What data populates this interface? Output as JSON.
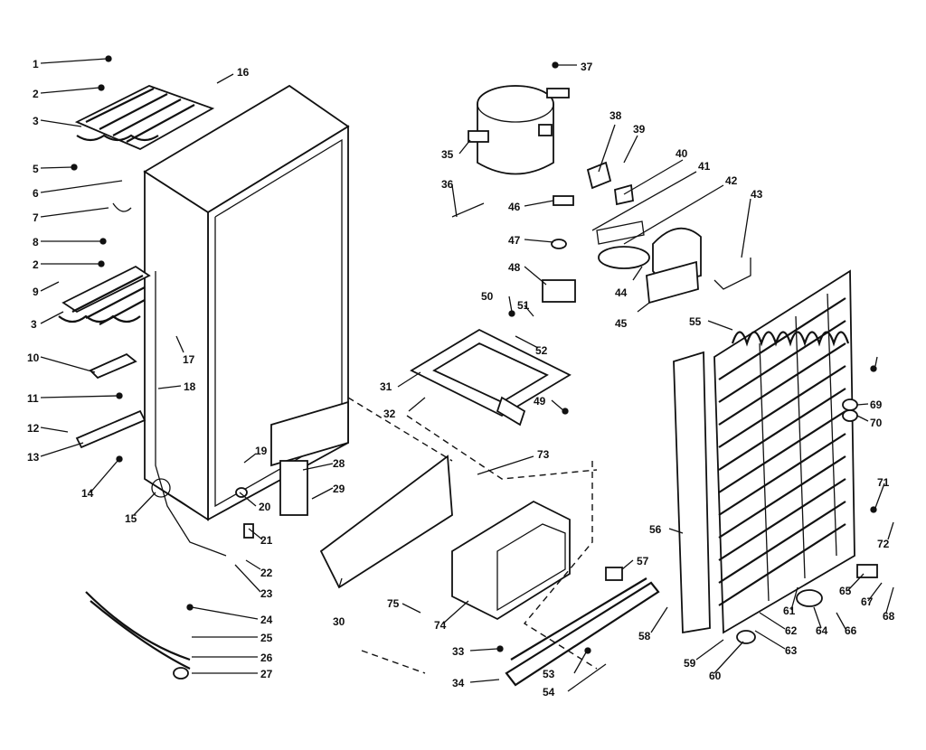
{
  "diagram": {
    "callouts": [
      "1",
      "2",
      "3",
      "5",
      "6",
      "7",
      "8",
      "2",
      "9",
      "3",
      "10",
      "11",
      "12",
      "13",
      "14",
      "15",
      "16",
      "17",
      "18",
      "19",
      "20",
      "21",
      "22",
      "23",
      "24",
      "25",
      "26",
      "27",
      "28",
      "29",
      "30",
      "31",
      "32",
      "33",
      "34",
      "35",
      "36",
      "37",
      "38",
      "39",
      "40",
      "41",
      "42",
      "43",
      "44",
      "45",
      "46",
      "47",
      "48",
      "49",
      "50",
      "51",
      "52",
      "53",
      "54",
      "55",
      "56",
      "57",
      "58",
      "59",
      "60",
      "61",
      "62",
      "63",
      "64",
      "65",
      "66",
      "67",
      "68",
      "69",
      "70",
      "71",
      "72",
      "73",
      "74",
      "75"
    ]
  }
}
